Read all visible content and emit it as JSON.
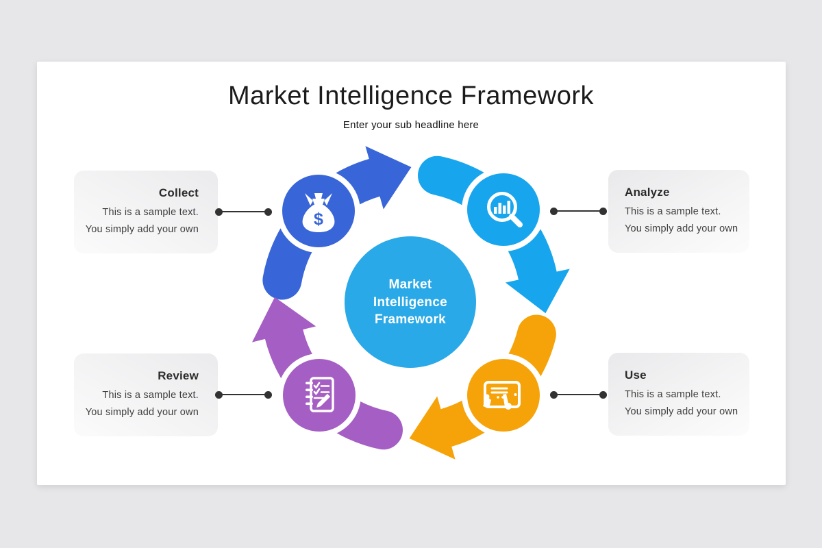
{
  "slide": {
    "title": "Market Intelligence Framework",
    "subtitle": "Enter your sub headline here"
  },
  "center_circle": {
    "lines": [
      "Market",
      "Intelligence",
      "Framework"
    ]
  },
  "steps": [
    {
      "key": "collect",
      "title": "Collect",
      "line1": "This is a sample text.",
      "line2": "You simply add your own",
      "icon": "money-bag-icon",
      "side": "left"
    },
    {
      "key": "analyze",
      "title": "Analyze",
      "line1": "This is a sample text.",
      "line2": "You simply add your own",
      "icon": "magnifier-bar-chart-icon",
      "side": "right"
    },
    {
      "key": "use",
      "title": "Use",
      "line1": "This is a sample text.",
      "line2": "You simply add your own",
      "icon": "tablet-hands-icon",
      "side": "right"
    },
    {
      "key": "review",
      "title": "Review",
      "line1": "This is a sample text.",
      "line2": "You simply add your own",
      "icon": "notebook-pencil-icon",
      "side": "left"
    }
  ],
  "icons": {
    "money_bag_symbol": "$"
  },
  "colors": {
    "royal_blue": "#3865d8",
    "sky_blue": "#17a6ee",
    "center_blue": "#29a9e8",
    "orange": "#f6a309",
    "purple": "#a55ec3",
    "connector": "#323232",
    "title_text": "#1b1b1b",
    "body_text": "#3e3e3e"
  }
}
